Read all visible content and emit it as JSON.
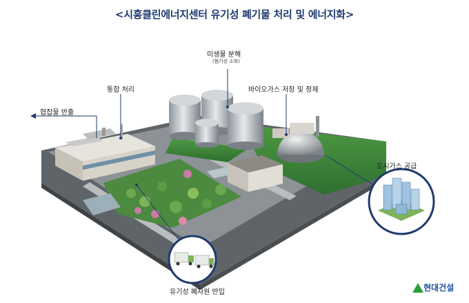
{
  "title": "<시흥클린에너지센터 유기성 폐기물 처리 및 에너지화>",
  "labels": {
    "microbe": "미생물 분해",
    "microbe_sub": "(혐기성 소화)",
    "integrated": "통합 처리",
    "biogas": "바이오가스 저장 및 정제",
    "debris": "협잡물 반출",
    "city_gas": "도시가스 공급",
    "waste_in": "유기성 폐자원 반입"
  },
  "logo": {
    "text": "현대건설",
    "color": "#1d4fa0",
    "mark_color": "#2e9e3e"
  },
  "colors": {
    "title": "#1f3a6e",
    "callout": "#1f3a6e",
    "grass": "#3f8a3a"
  }
}
